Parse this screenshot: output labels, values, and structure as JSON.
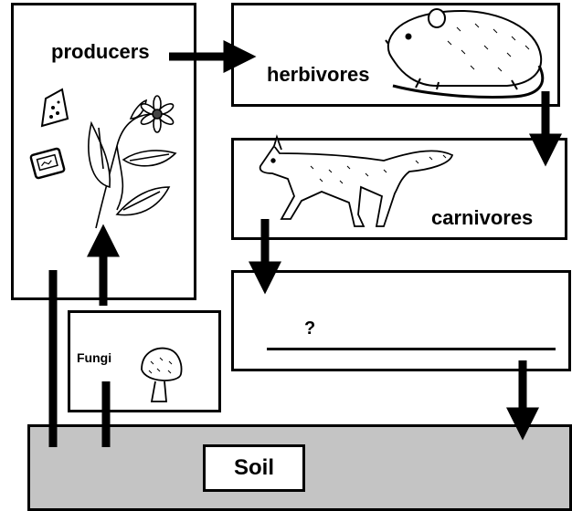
{
  "nodes": {
    "producers": "producers",
    "herbivores": "herbivores",
    "carnivores": "carnivores",
    "unknown": "?",
    "fungi": "Fungi",
    "soil": "Soil"
  },
  "colors": {
    "soil_fill": "#c4c4c4",
    "line": "#000000",
    "background": "#ffffff"
  },
  "icons": {
    "producers": [
      "leaf-fragment-icon",
      "seed-icon",
      "flowering-plant-icon"
    ],
    "herbivores": "rat-icon",
    "carnivores": "fox-icon",
    "fungi": "mushroom-icon"
  }
}
